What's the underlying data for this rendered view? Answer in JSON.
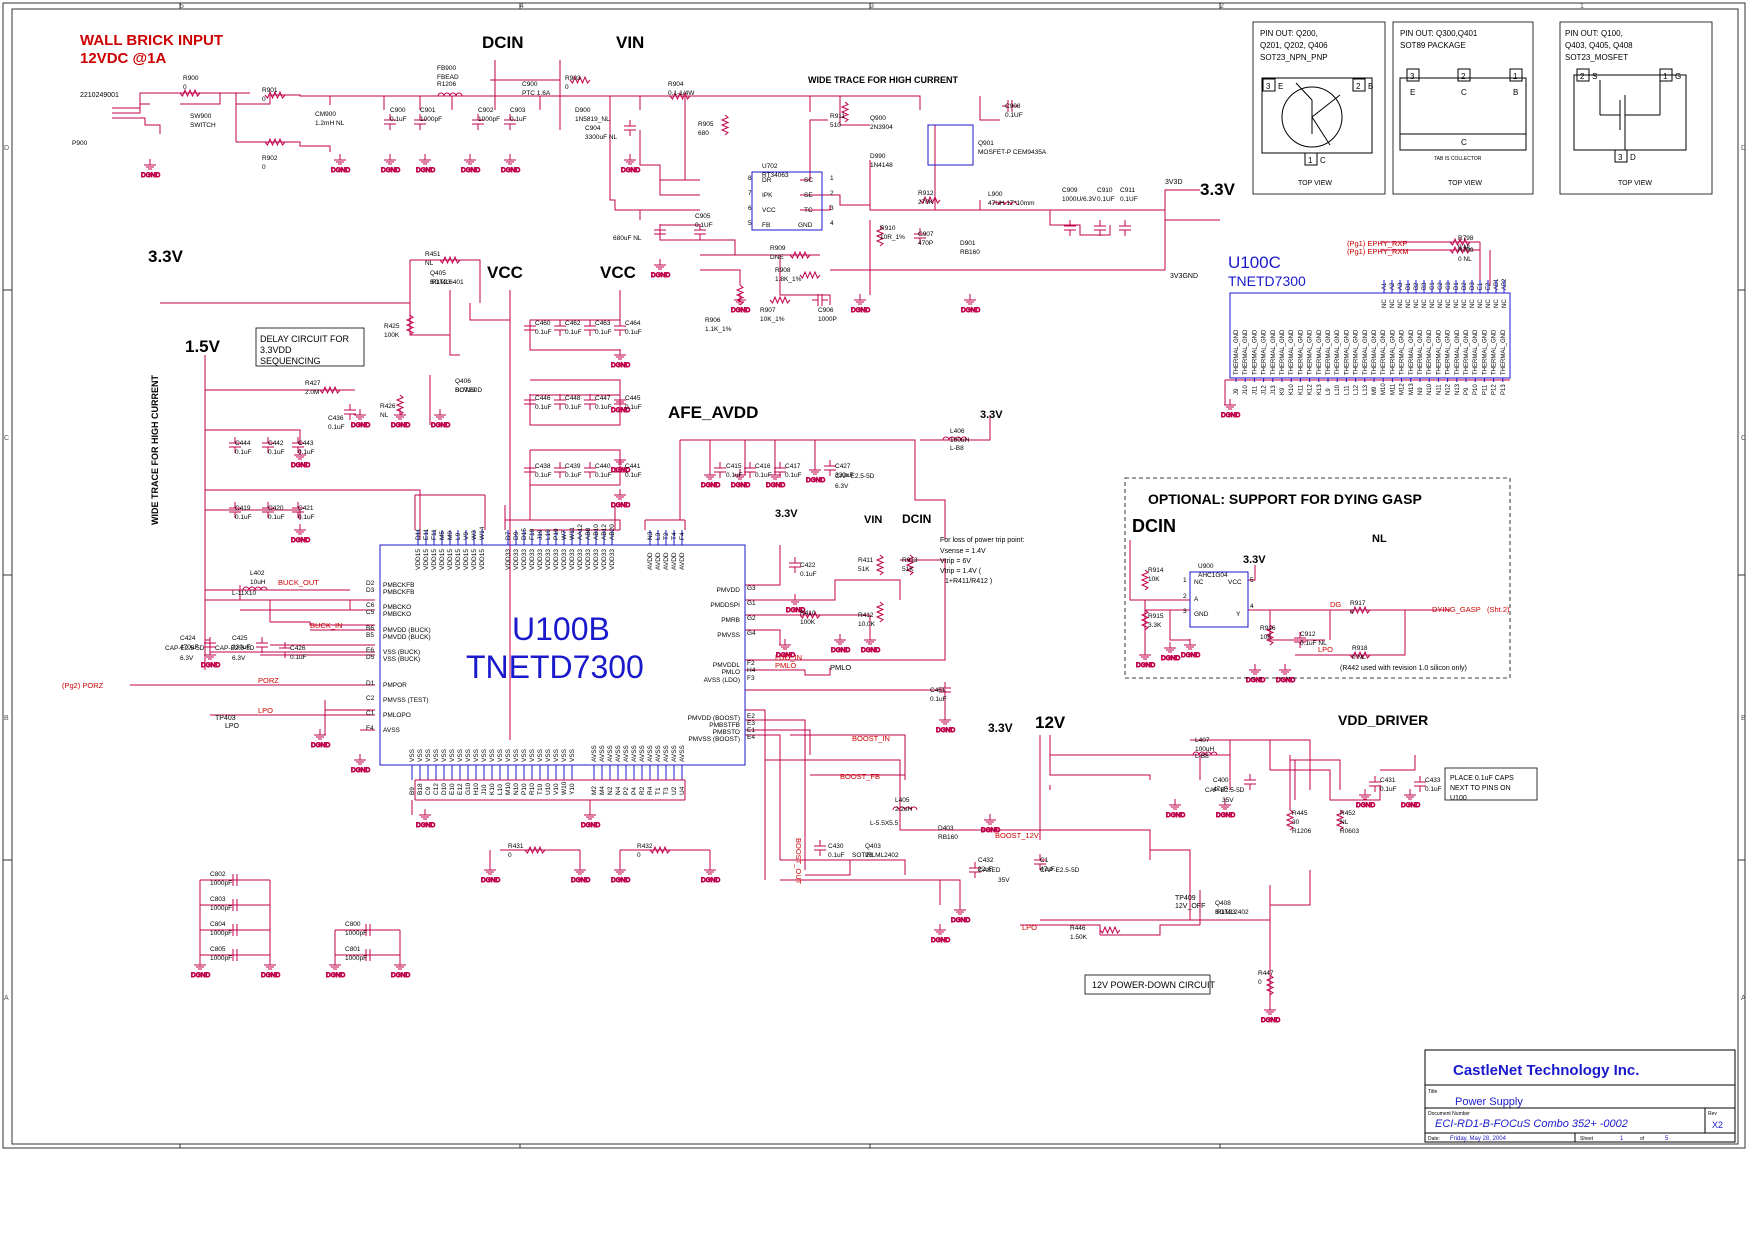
{
  "title_block": {
    "company": "CastleNet Technology Inc.",
    "title_label": "Title",
    "title": "Power Supply",
    "docnum_label": "Document Number",
    "docnum": "ECI-RD1-B-FOCuS Combo 352+ -0002",
    "rev_label": "Rev",
    "rev": "X2",
    "date_label": "Date:",
    "date": "Friday, May 28, 2004",
    "sheet_label": "Sheet",
    "sheet": "1",
    "of_label": "of",
    "sheet_total": "5"
  },
  "headings": {
    "wall_input_1": "WALL BRICK INPUT",
    "wall_input_2": "12VDC @1A",
    "dcin_top": "DCIN",
    "vin_top": "VIN",
    "v33_right": "3.3V",
    "v33_left": "3.3V",
    "vcc_1": "VCC",
    "vcc_2": "VCC",
    "v15": "1.5V",
    "afe_avdd": "AFE_AVDD",
    "v33_afe": "3.3V",
    "v33_pm": "3.3V",
    "vin_mid": "VIN",
    "dcin_mid": "DCIN",
    "v33_boost": "3.3V",
    "v12": "12V",
    "vdd_driver": "VDD_DRIVER",
    "wide_trace_top": "WIDE TRACE FOR HIGH CURRENT",
    "wide_trace_left": "WIDE TRACE FOR HIGH CURRENT",
    "u100c_1": "U100C",
    "u100c_2": "TNETD7300",
    "u100b_1": "U100B",
    "u100b_2": "TNETD7300"
  },
  "notes": {
    "delay_1": "DELAY CIRCUIT FOR",
    "delay_2": "3.3VDD",
    "delay_3": "SEQUENCING",
    "power_trip_1": "For loss of power trip point:",
    "power_trip_2": "Vsense = 1.4V",
    "power_trip_3": "Vtrip = 6V",
    "power_trip_4": "Vtrip = 1.4V (",
    "power_trip_5": "1+R411/R412 )",
    "place_caps_1": "PLACE 0.1uF CAPS",
    "place_caps_2": "NEXT TO PINS ON",
    "place_caps_3": "U100",
    "powerdown": "12V POWER-DOWN CIRCUIT",
    "dying_gasp_title": "OPTIONAL: SUPPORT FOR DYING GASP",
    "dying_dcin": "DCIN",
    "dying_nl": "NL",
    "dying_33": "3.3V",
    "r442_note": "(R442 used with revision 1.0 silicon only)"
  },
  "pinout": [
    {
      "lines": [
        "PIN OUT: Q200,",
        "Q201, Q202, Q406",
        "SOT23_NPN_PNP"
      ],
      "view": "TOP VIEW",
      "pins": [
        "3",
        "E",
        "2",
        "B",
        "1",
        "C"
      ]
    },
    {
      "lines": [
        "PIN OUT: Q300,Q401",
        "SOT89 PACKAGE"
      ],
      "view": "TOP VIEW",
      "pins": [
        "3",
        "2",
        "1",
        "E",
        "C",
        "B",
        "C",
        "TAB IS COLLECTOR"
      ]
    },
    {
      "lines": [
        "PIN OUT: Q100,",
        "Q403, Q405, Q408",
        "SOT23_MOSFET"
      ],
      "view": "TOP VIEW",
      "pins": [
        "2",
        "S",
        "1",
        "G",
        "3",
        "D"
      ]
    }
  ],
  "nets": {
    "buck_out": "BUCK_OUT",
    "buck_in": "BUCK_IN",
    "porz": "PORZ",
    "porz_src": "(Pg2) PORZ",
    "lpo": "LPO",
    "lpo2": "LPO",
    "lpo3": "LPO",
    "ldo_in": "LDO_IN",
    "pmlo": "PMLO",
    "pmlo2": "PMLO",
    "boost_in": "BOOST_IN",
    "boost_fb": "BOOST_FB",
    "boost_12v": "BOOST_12V",
    "boost_out": "BOOST_OUT",
    "dg": "DG",
    "dying_gasp": "DYING_GASP",
    "dying_gasp_ref": "(Sht.2)",
    "ephy_rxp": "(Pg1) EPHY_RXP",
    "ephy_rxm": "(Pg1) EPHY_RXM",
    "tp403": "TP403",
    "tp409": "TP409",
    "tp409b": "12V_OFF",
    "v3v3": "3V3D",
    "v3v3gnd": "3V3GND",
    "pn": "2210249001"
  },
  "gnd_label": "DGND",
  "u100b_pins_left": [
    {
      "pin": "D2",
      "name": "PMBCKFB"
    },
    {
      "pin": "D3",
      "name": "PMBCKFB"
    },
    {
      "pin": "C6",
      "name": "PMBCKO"
    },
    {
      "pin": "C5",
      "name": "PMBCKO"
    },
    {
      "pin": "B6",
      "name": "PMVDD (BUCK)"
    },
    {
      "pin": "B5",
      "name": "PMVDD (BUCK)"
    },
    {
      "pin": "E6",
      "name": "VSS (BUCK)"
    },
    {
      "pin": "D5",
      "name": "VSS (BUCK)"
    },
    {
      "pin": "D1",
      "name": "PMPOR"
    },
    {
      "pin": "C2",
      "name": "PMVSS (TEST)"
    },
    {
      "pin": "C1",
      "name": "PMLOPO"
    },
    {
      "pin": "F4",
      "name": "AVSS"
    }
  ],
  "u100b_pins_right": [
    {
      "pin": "G3",
      "name": "PMVDD"
    },
    {
      "pin": "G1",
      "name": "PMDDSPI"
    },
    {
      "pin": "G2",
      "name": "PMRB"
    },
    {
      "pin": "G4",
      "name": "PMVSS"
    },
    {
      "pin": "F2",
      "name": "PMVDDL"
    },
    {
      "pin": "H4",
      "name": "PMLO"
    },
    {
      "pin": "F3",
      "name": "AVSS (LDO)"
    },
    {
      "pin": "E2",
      "name": "PMVDD (BOOST)"
    },
    {
      "pin": "E3",
      "name": "PMBSTFB"
    },
    {
      "pin": "E1",
      "name": "PMBSTO"
    },
    {
      "pin": "E4",
      "name": "PMVSS (BOOST)"
    }
  ],
  "u100b_top_groups": [
    {
      "name": "VDD15",
      "pins": [
        "D11",
        "E11",
        "F11",
        "M5",
        "M9",
        "L9",
        "V9",
        "W3",
        "W14"
      ]
    },
    {
      "name": "VDD33",
      "pins": [
        "D7",
        "D9",
        "D15",
        "F19",
        "J19",
        "L19",
        "P19",
        "W7",
        "W11",
        "AA12",
        "AB8",
        "AB10",
        "AB12",
        "AB20"
      ]
    },
    {
      "name": "AVDD",
      "pins": [
        "N3",
        "L3",
        "T2",
        "T4",
        "F4"
      ]
    }
  ],
  "u100b_bottom_groups": [
    {
      "name": "VSS",
      "pins": [
        "B9",
        "B18",
        "C9",
        "C12",
        "D10",
        "E10",
        "E12",
        "G10",
        "H10",
        "J10",
        "K10",
        "L10",
        "M10",
        "N10",
        "P10",
        "R10",
        "T10",
        "U10",
        "V10",
        "W10",
        "Y10",
        "V20",
        "A20"
      ]
    },
    {
      "name": "AVSS",
      "pins": [
        "M2",
        "M4",
        "N2",
        "N4",
        "P2",
        "P4",
        "R2",
        "R4",
        "T1",
        "T3",
        "U2",
        "U4",
        "V2",
        "V4"
      ]
    }
  ],
  "u100c_top_pins": [
    "A1",
    "A2",
    "A3",
    "B1",
    "B2",
    "B3",
    "C1",
    "C2",
    "C3",
    "D1",
    "D2",
    "D3",
    "E1",
    "E2",
    "AB1",
    "AB2"
  ],
  "u100c_bottom_pins": [
    "J9",
    "J10",
    "J11",
    "J12",
    "J13",
    "K9",
    "K10",
    "K11",
    "K12",
    "K13",
    "L9",
    "L10",
    "L11",
    "L12",
    "L13",
    "M9",
    "M10",
    "M11",
    "M12",
    "M13",
    "N9",
    "N10",
    "N11",
    "N12",
    "N13",
    "P9",
    "P10",
    "P11",
    "P12",
    "P13"
  ],
  "u100c_bottom_label": "THERMAL_GND",
  "u100c_top_label": "NC",
  "components": [
    {
      "ref": "P900",
      "val": ""
    },
    {
      "ref": "R900",
      "val": "0"
    },
    {
      "ref": "SW900",
      "val": "SWITCH"
    },
    {
      "ref": "R901",
      "val": "0"
    },
    {
      "ref": "R902",
      "val": "0"
    },
    {
      "ref": "CM900",
      "val": "1.2mH NL"
    },
    {
      "ref": "FB900",
      "val": "FBEAD"
    },
    {
      "ref": "FB900b",
      "val": "R1206"
    },
    {
      "ref": "C900",
      "val": "0.1uF"
    },
    {
      "ref": "C901",
      "val": "1000pF"
    },
    {
      "ref": "C902",
      "val": "1000pF"
    },
    {
      "ref": "C903",
      "val": "0.1uF"
    },
    {
      "ref": "C900P",
      "val": "PTC 1.6A"
    },
    {
      "ref": "R903",
      "val": "0"
    },
    {
      "ref": "D900",
      "val": "1N5819_NL"
    },
    {
      "ref": "C904",
      "val": "3300uF NL"
    },
    {
      "ref": "R904",
      "val": "0.1-1/4W"
    },
    {
      "ref": "R905",
      "val": "680"
    },
    {
      "ref": "R911",
      "val": "510"
    },
    {
      "ref": "Q900",
      "val": "2N3904"
    },
    {
      "ref": "Q901",
      "val": "MOSFET-P CEM9435A"
    },
    {
      "ref": "C908",
      "val": "0.1UF"
    },
    {
      "ref": "U702",
      "val": "RT34063"
    },
    {
      "ref": "D990",
      "val": "1N4148"
    },
    {
      "ref": "R912",
      "val": "270K"
    },
    {
      "ref": "L900",
      "val": "47UH 1T*10mm"
    },
    {
      "ref": "C909",
      "val": "1000U/6.3V"
    },
    {
      "ref": "C910",
      "val": "0.1UF"
    },
    {
      "ref": "C911",
      "val": "0.1UF"
    },
    {
      "ref": "C901b",
      "val": "680uF NL"
    },
    {
      "ref": "C905",
      "val": "0.1UF"
    },
    {
      "ref": "R910",
      "val": "10R_1%"
    },
    {
      "ref": "C907",
      "val": "470P"
    },
    {
      "ref": "D901",
      "val": "RB160"
    },
    {
      "ref": "R909",
      "val": "DNE"
    },
    {
      "ref": "R908",
      "val": "1.8K_1%"
    },
    {
      "ref": "R907",
      "val": "10K_1%"
    },
    {
      "ref": "C906",
      "val": "1000P"
    },
    {
      "ref": "R906",
      "val": "1.1K_1%"
    },
    {
      "ref": "R798",
      "val": "0 NL"
    },
    {
      "ref": "R799",
      "val": "0 NL"
    },
    {
      "ref": "R451",
      "val": "NL"
    },
    {
      "ref": "Q405",
      "val": "IRLML6401"
    },
    {
      "ref": "Q405b",
      "val": "SOT23"
    },
    {
      "ref": "R425",
      "val": "100K"
    },
    {
      "ref": "R427",
      "val": "2.0M"
    },
    {
      "ref": "Q406",
      "val": "BCW60D"
    },
    {
      "ref": "Q406b",
      "val": "SOT23"
    },
    {
      "ref": "R426",
      "val": "NL"
    },
    {
      "ref": "C436",
      "val": "0.1uF"
    },
    {
      "ref": "C460",
      "val": "0.1uF"
    },
    {
      "ref": "C462",
      "val": "0.1uF"
    },
    {
      "ref": "C463",
      "val": "0.1uF"
    },
    {
      "ref": "C464",
      "val": "0.1uF"
    },
    {
      "ref": "C446",
      "val": "0.1uF"
    },
    {
      "ref": "C448",
      "val": "0.1uF"
    },
    {
      "ref": "C447",
      "val": "0.1uF"
    },
    {
      "ref": "C445",
      "val": "0.1uF"
    },
    {
      "ref": "C438",
      "val": "0.1uF"
    },
    {
      "ref": "C439",
      "val": "0.1uF"
    },
    {
      "ref": "C440",
      "val": "0.1uF"
    },
    {
      "ref": "C441",
      "val": "0.1uF"
    },
    {
      "ref": "C444",
      "val": "0.1uF"
    },
    {
      "ref": "C442",
      "val": "0.1uF"
    },
    {
      "ref": "C443",
      "val": "0.1uF"
    },
    {
      "ref": "C419",
      "val": "0.1uF"
    },
    {
      "ref": "C420",
      "val": "0.1uF"
    },
    {
      "ref": "C421",
      "val": "0.1uF"
    },
    {
      "ref": "L402",
      "val": "10uH"
    },
    {
      "ref": "L402b",
      "val": "L-11X10"
    },
    {
      "ref": "C424",
      "val": "470uF"
    },
    {
      "ref": "C424b",
      "val": "CAP-E2.5-5D"
    },
    {
      "ref": "C424c",
      "val": "6.3V"
    },
    {
      "ref": "C425",
      "val": "330uF"
    },
    {
      "ref": "C425b",
      "val": "CAP-E2.5-5D"
    },
    {
      "ref": "C425c",
      "val": "6.3V"
    },
    {
      "ref": "C426",
      "val": "0.1uF"
    },
    {
      "ref": "C415",
      "val": "0.1uF"
    },
    {
      "ref": "C416",
      "val": "0.1uF"
    },
    {
      "ref": "C417",
      "val": "0.1uF"
    },
    {
      "ref": "C427",
      "val": "330uF"
    },
    {
      "ref": "C427b",
      "val": "CAP-E2.5-5D"
    },
    {
      "ref": "C427c",
      "val": "6.3V"
    },
    {
      "ref": "L406",
      "val": "100uH"
    },
    {
      "ref": "L406b",
      "val": "L-B8"
    },
    {
      "ref": "C422",
      "val": "0.1uF"
    },
    {
      "ref": "R411",
      "val": "51K"
    },
    {
      "ref": "R913",
      "val": "51K"
    },
    {
      "ref": "R412",
      "val": "10.0K"
    },
    {
      "ref": "R410",
      "val": "100K"
    },
    {
      "ref": "C451",
      "val": "0.1uF"
    },
    {
      "ref": "L405",
      "val": "2.2uH"
    },
    {
      "ref": "L405b",
      "val": "L-5.5X5.5"
    },
    {
      "ref": "D403",
      "val": "RB160"
    },
    {
      "ref": "C430",
      "val": "0.1uF"
    },
    {
      "ref": "Q403",
      "val": "IRLML2402"
    },
    {
      "ref": "Q403b",
      "val": "SOT23"
    },
    {
      "ref": "C432",
      "val": "22uF"
    },
    {
      "ref": "C432b",
      "val": "CASED"
    },
    {
      "ref": "C432c",
      "val": "35V"
    },
    {
      "ref": "C1",
      "val": "47uF"
    },
    {
      "ref": "C1b",
      "val": "CAP-E2.5-5D"
    },
    {
      "ref": "L407",
      "val": "100uH"
    },
    {
      "ref": "L407b",
      "val": "L-B8"
    },
    {
      "ref": "C400",
      "val": "47uF"
    },
    {
      "ref": "C400b",
      "val": "CAP-E2.5-5D"
    },
    {
      "ref": "C400c",
      "val": "35V"
    },
    {
      "ref": "C431",
      "val": "0.1uF"
    },
    {
      "ref": "C433",
      "val": "0.1uF"
    },
    {
      "ref": "R445",
      "val": "30"
    },
    {
      "ref": "R445b",
      "val": "R1206"
    },
    {
      "ref": "R452",
      "val": "NL"
    },
    {
      "ref": "R452b",
      "val": "R0603"
    },
    {
      "ref": "Q408",
      "val": "IRLML2402"
    },
    {
      "ref": "Q408b",
      "val": "SOT23"
    },
    {
      "ref": "R446",
      "val": "1.50K"
    },
    {
      "ref": "R447",
      "val": "0"
    },
    {
      "ref": "R431",
      "val": "0"
    },
    {
      "ref": "R432",
      "val": "0"
    },
    {
      "ref": "C802",
      "val": "1000pF"
    },
    {
      "ref": "C803",
      "val": "1000pF"
    },
    {
      "ref": "C804",
      "val": "1000pF"
    },
    {
      "ref": "C805",
      "val": "1000pF"
    },
    {
      "ref": "C800",
      "val": "1000pF"
    },
    {
      "ref": "C801",
      "val": "1000pF"
    },
    {
      "ref": "R914",
      "val": "10K"
    },
    {
      "ref": "R915",
      "val": "3.3K"
    },
    {
      "ref": "U900",
      "val": "AHC1G04"
    },
    {
      "ref": "R916",
      "val": "10K"
    },
    {
      "ref": "C912",
      "val": "0.1uF NL"
    },
    {
      "ref": "R917",
      "val": "0"
    },
    {
      "ref": "R918",
      "val": "0 NL"
    }
  ],
  "u702_pins": {
    "left": [
      "DR",
      "IPK",
      "VCC",
      "FB"
    ],
    "left_num": [
      "8",
      "7",
      "6",
      "5"
    ],
    "right": [
      "SC",
      "SE",
      "TC",
      "GND"
    ],
    "right_num": [
      "1",
      "2",
      "3",
      "4"
    ]
  },
  "u900_pins": {
    "NC": "NC",
    "A": "A",
    "GND": "GND",
    "VCC": "VCC",
    "Y": "Y",
    "n1": "1",
    "n2": "2",
    "n3": "3",
    "n4": "4",
    "n5": "5"
  },
  "colors": {
    "wire": "#c0004a",
    "body": "#1a1acc",
    "text": "#000000",
    "title": "#cc0000",
    "note": "#ff0000"
  },
  "frame_cols": [
    "5",
    "4",
    "3",
    "2",
    "1"
  ],
  "frame_rows": [
    "D",
    "C",
    "B",
    "A"
  ]
}
